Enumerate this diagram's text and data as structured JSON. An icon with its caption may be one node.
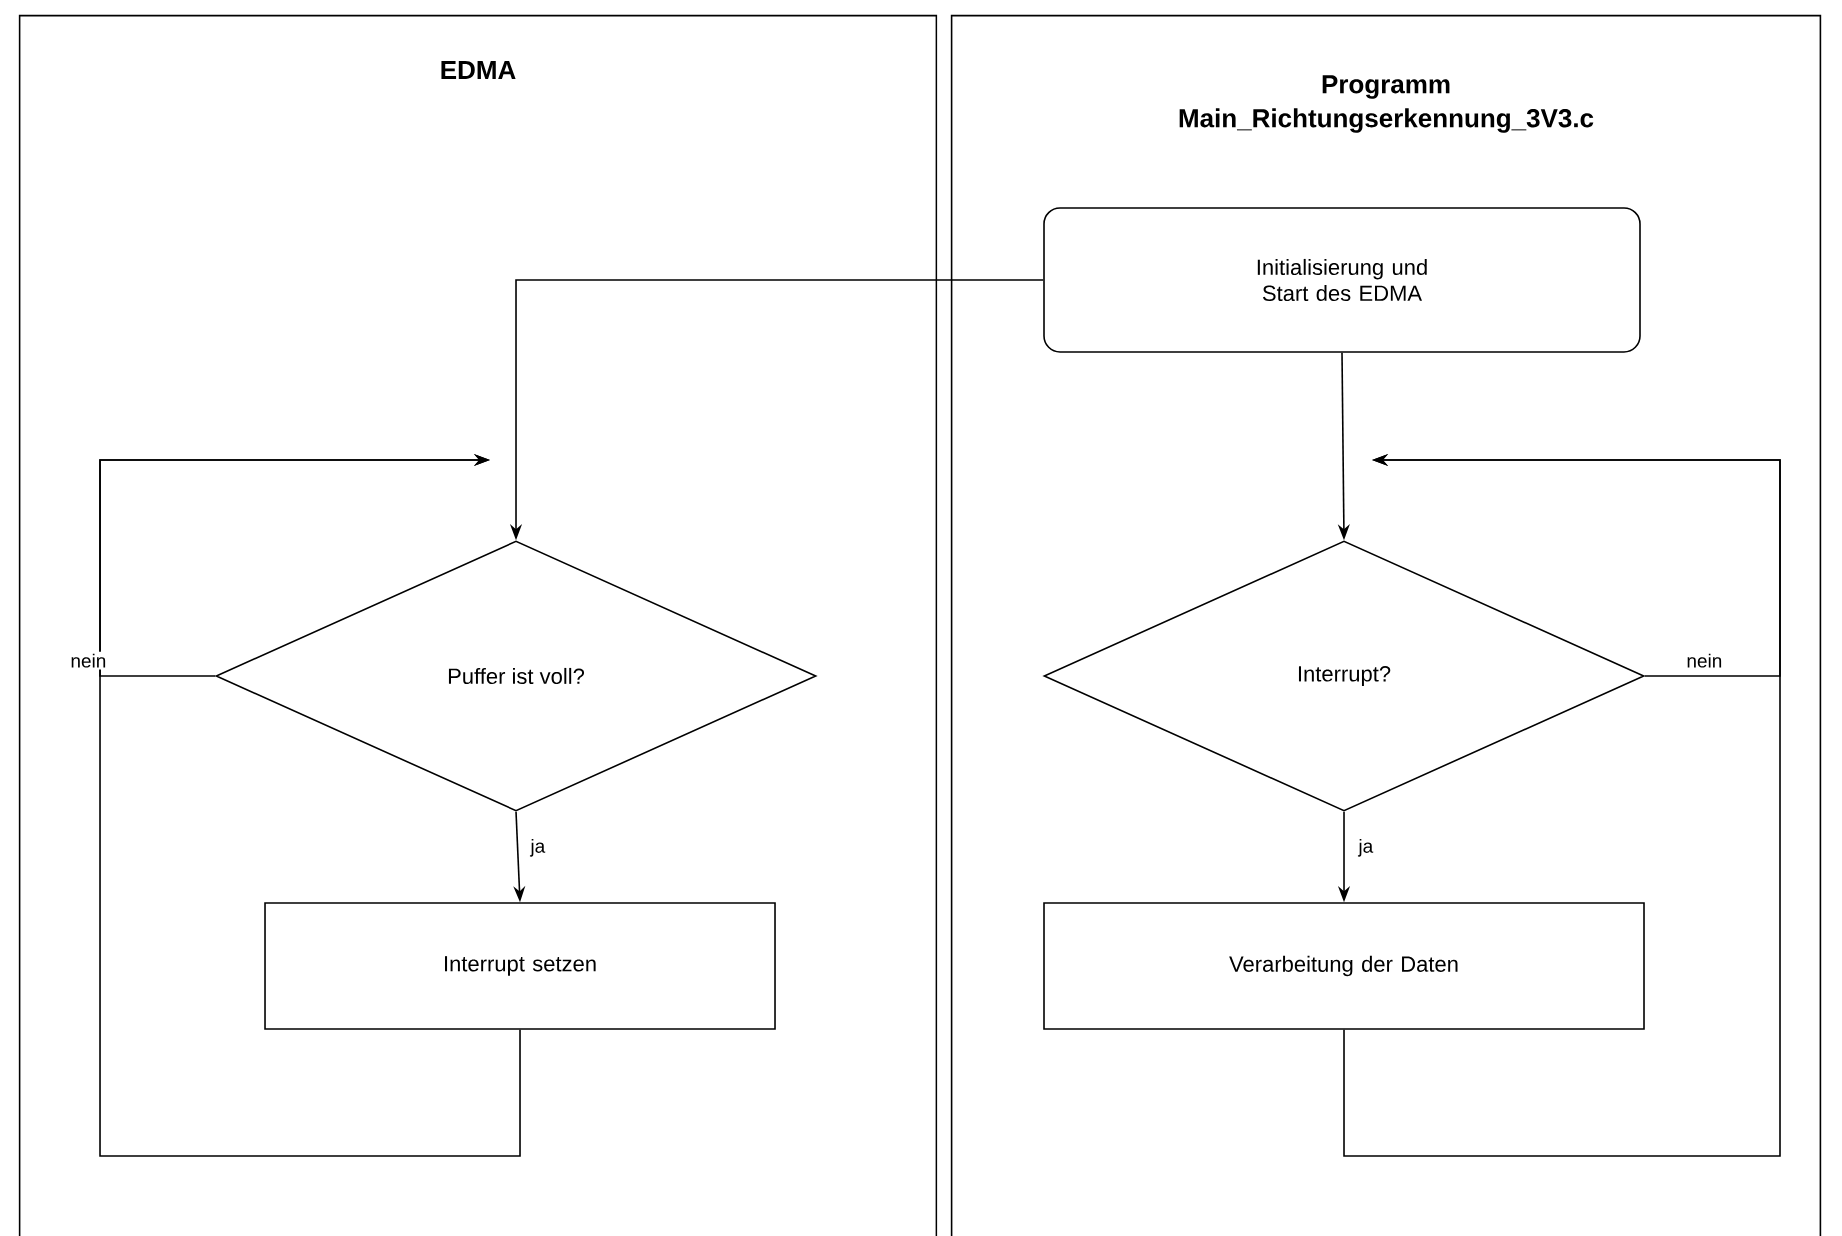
{
  "diagram": {
    "nodes": [
      {
        "text": [
          "EDMA"
        ]
      },
      {
        "text": [
          "Programm Main_Richtungserkennung_3V3.c"
        ]
      },
      {
        "text": [
          "Initialisierung und Start des EDMA"
        ],
        "in": 1
      },
      {
        "text": [
          "Puffer ist voll?"
        ],
        "in": 0
      },
      {
        "text": [
          "Interrupt setzen"
        ],
        "in": 0
      },
      {
        "text": [
          "Interrupt?"
        ],
        "in": 1
      },
      {
        "text": [
          "Verarbeitung der Daten"
        ],
        "in": 1
      }
    ],
    "edges": [
      {
        "from": 2,
        "to": 3,
        "arrow": "to"
      },
      {
        "from": 3,
        "to": 4,
        "arrow": "to",
        "label": "ja"
      },
      {
        "from": 4,
        "to": 3,
        "arrow": "to"
      },
      {
        "from": 3,
        "to": 3,
        "arrow": "to",
        "label": "nein"
      },
      {
        "from": 2,
        "to": 5,
        "arrow": "to"
      },
      {
        "from": 5,
        "to": 6,
        "arrow": "to",
        "label": "ja"
      },
      {
        "from": 6,
        "to": 5,
        "arrow": "to"
      },
      {
        "from": 5,
        "to": 5,
        "arrow": "to",
        "label": "nein"
      }
    ]
  }
}
